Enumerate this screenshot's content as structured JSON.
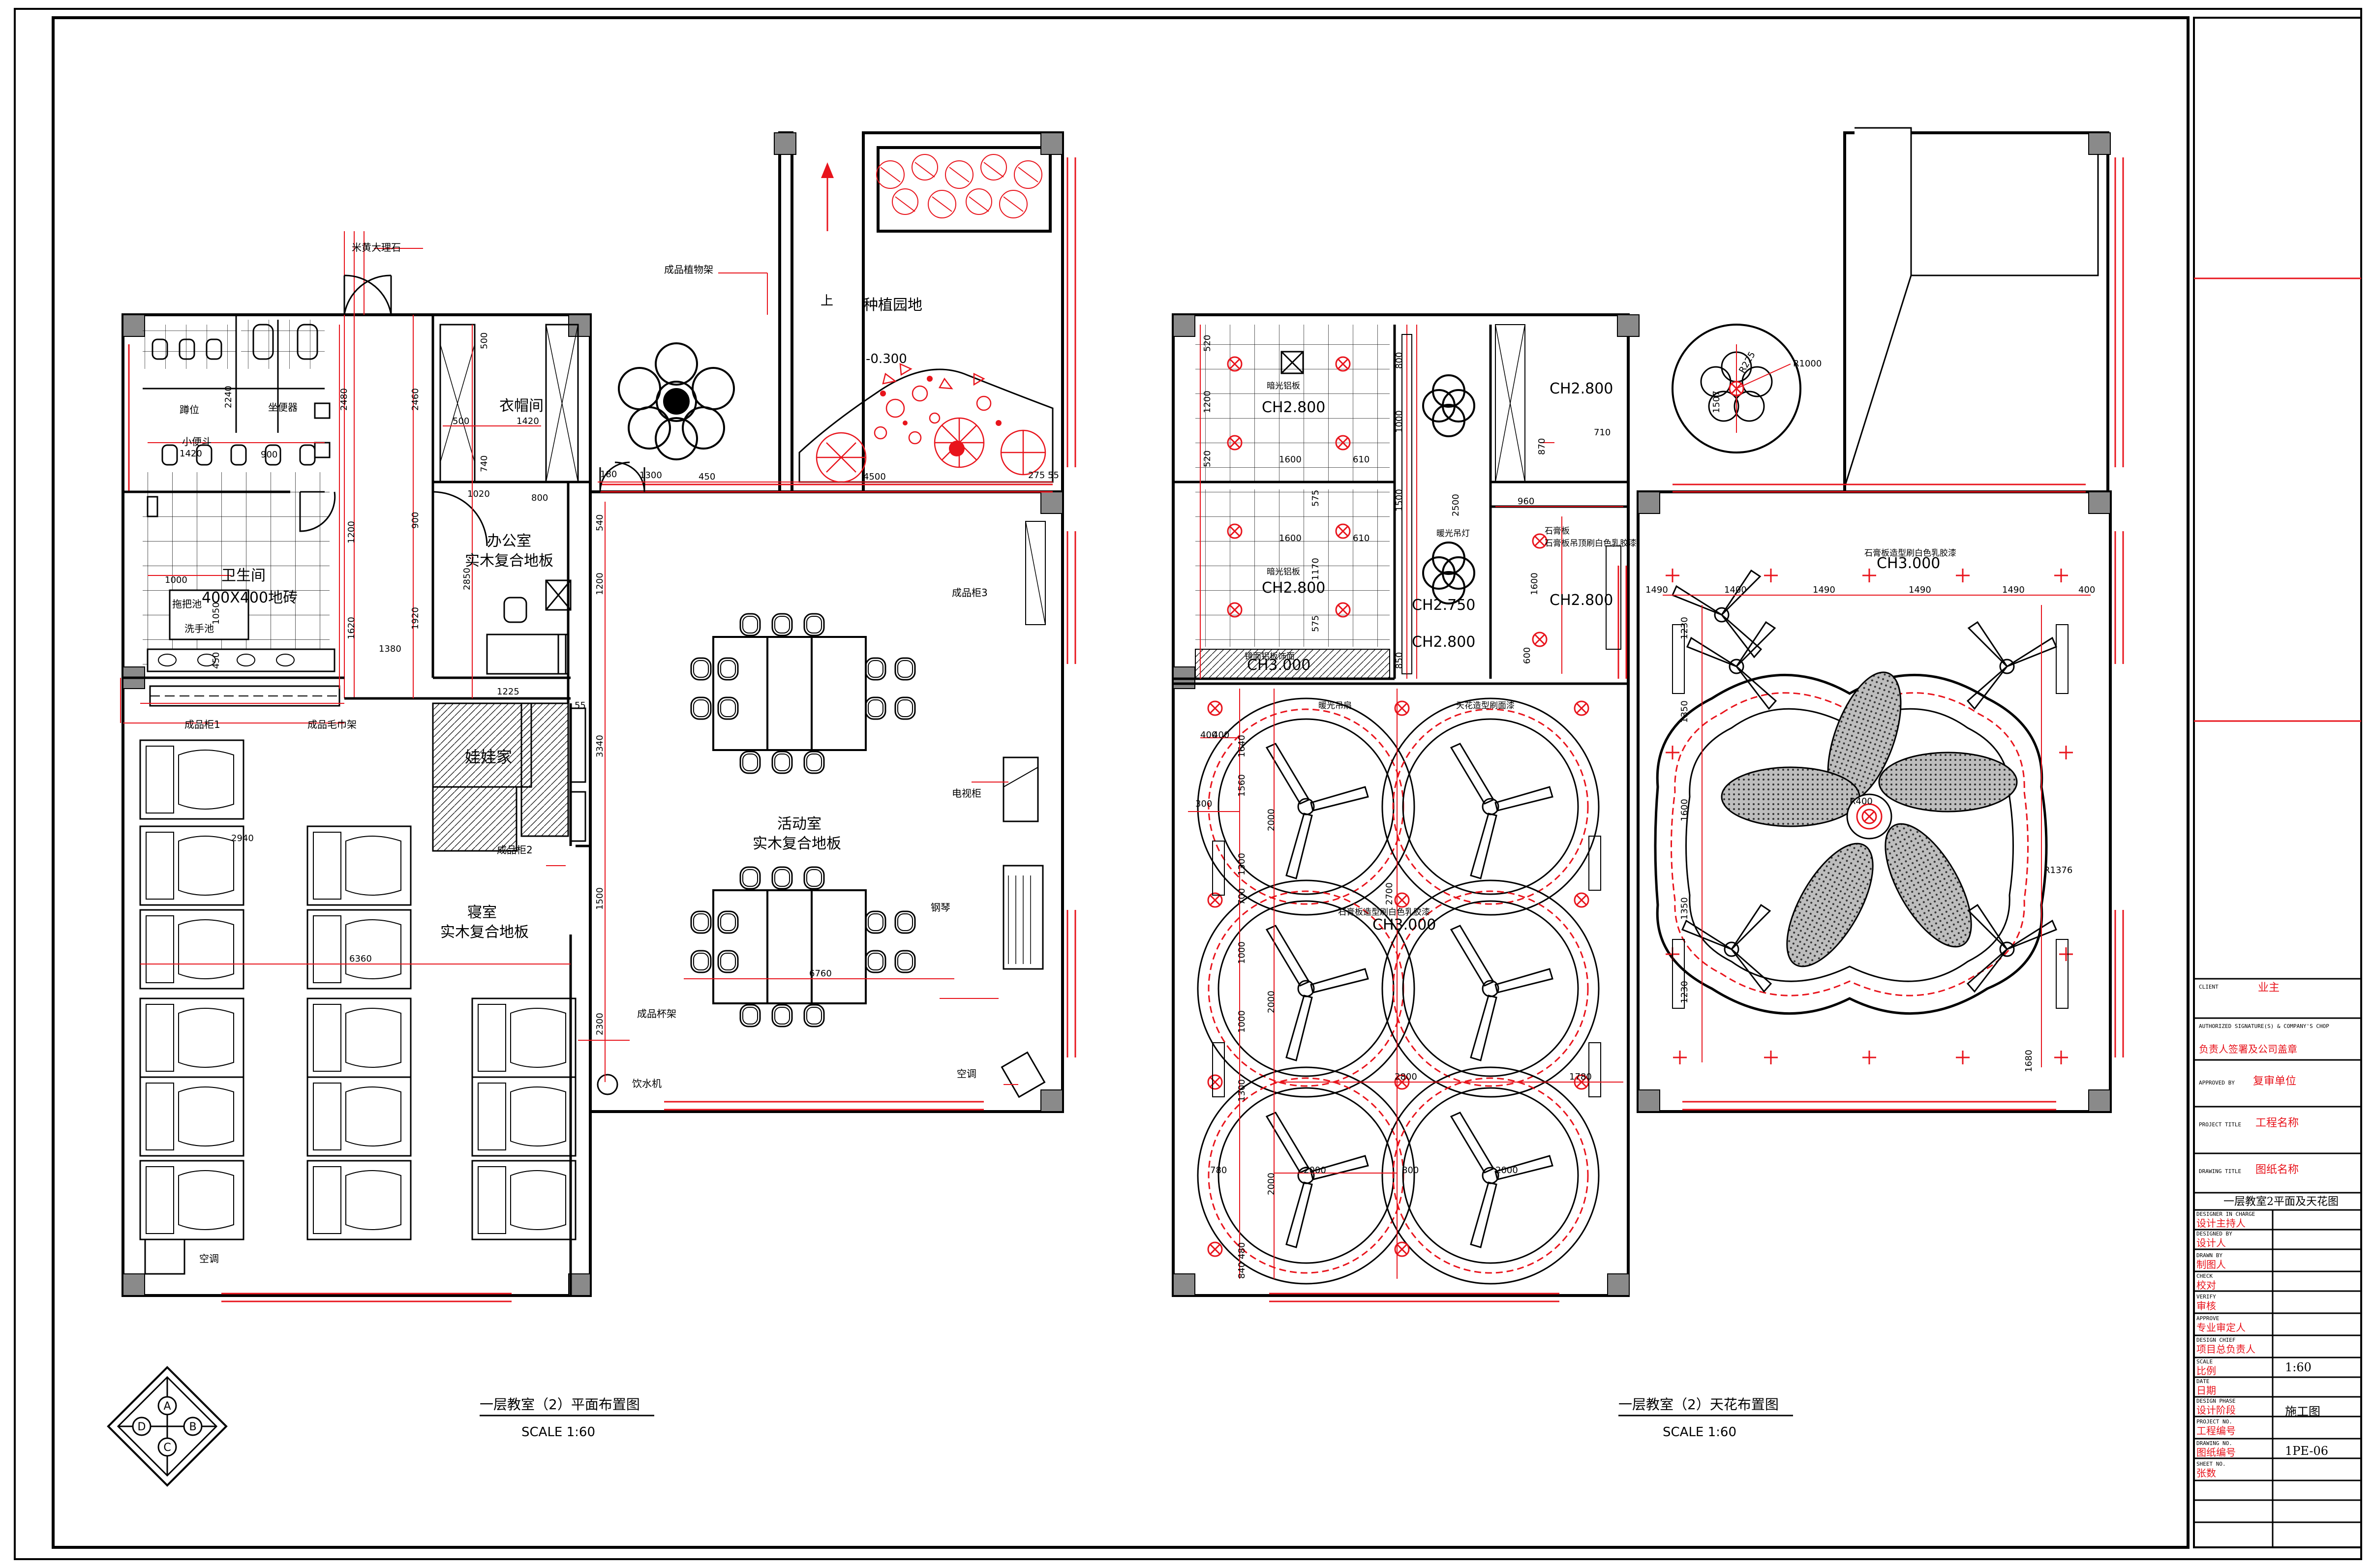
{
  "colors": {
    "line": "#000000",
    "accent": "#e8141c",
    "grey": "#8a8a8a"
  },
  "plan": {
    "title": "一层教室（2）平面布置图",
    "scale": "SCALE   1:60",
    "rooms": [
      {
        "name": "卫生间",
        "sub": "400X400地砖"
      },
      {
        "name": "衣帽间",
        "sub": ""
      },
      {
        "name": "办公室",
        "sub": "实木复合地板"
      },
      {
        "name": "娃娃家",
        "sub": ""
      },
      {
        "name": "寝室",
        "sub": "实木复合地板"
      },
      {
        "name": "活动室",
        "sub": "实木复合地板"
      },
      {
        "name": "种植园地",
        "sub": "-0.300"
      }
    ],
    "labels": {
      "stone": "米黄大理石",
      "squat": "蹲位",
      "toilet": "坐便器",
      "urinal": "小便斗",
      "mop": "拖把池",
      "sink": "洗手池",
      "cab1": "成品柜1",
      "towel": "成品毛巾架",
      "cab2": "成品柜2",
      "cab3": "成品柜3",
      "plant_shelf": "成品植物架",
      "up": "上",
      "tv": "电视柜",
      "piano": "钢琴",
      "cup": "成品杯架",
      "water": "饮水机",
      "ac1": "空调",
      "ac2": "空调"
    },
    "dims": [
      "2480",
      "2240",
      "1420",
      "900",
      "1200",
      "1620",
      "1380",
      "1000",
      "1050",
      "450",
      "2940",
      "6360",
      "2460",
      "900",
      "1920",
      "2850",
      "740",
      "500",
      "1420",
      "500",
      "1020",
      "800",
      "180",
      "1300",
      "450",
      "4500",
      "275",
      "55",
      "540",
      "1200",
      "3340",
      "1500",
      "2300",
      "6760",
      "1225",
      "55"
    ]
  },
  "ceiling": {
    "title": "一层教室（2）天花布置图",
    "scale": "SCALE   1:60",
    "heights": [
      "CH2.800",
      "CH2.800",
      "CH3.000",
      "CH2.750",
      "CH2.800",
      "CH2.800",
      "CH2.800",
      "CH3.000",
      "CH3.000"
    ],
    "notes": {
      "n1": "暗光铝板",
      "n2": "暗光铝板",
      "n3": "镜面铝板饰面",
      "n4": "暖光吊灯",
      "n5": "石膏板",
      "n6": "石膏板吊顶刷白色乳胶漆",
      "n7": "天花造型刷面漆",
      "n8": "暖光吊扇",
      "n9": "石膏板造型刷白色乳胶漆",
      "n10": "石膏板造型刷白色乳胶漆"
    },
    "dims": [
      "520",
      "1200",
      "520",
      "1600",
      "610",
      "1600",
      "610",
      "2500",
      "1500",
      "800",
      "1000",
      "960",
      "1600",
      "1400",
      "1490",
      "1490",
      "1490",
      "1490",
      "400",
      "400",
      "1640",
      "1560",
      "1300",
      "700",
      "2700",
      "2000",
      "2000",
      "2000",
      "1000",
      "1000",
      "1300",
      "780",
      "2800",
      "1780",
      "800",
      "2000",
      "2000",
      "480",
      "840",
      "1350",
      "1600",
      "1350",
      "1230",
      "1230",
      "1680",
      "870",
      "710",
      "600",
      "850",
      "575",
      "575",
      "1170",
      "300",
      "400",
      "R1000",
      "R225",
      "1507",
      "R1376",
      "R400"
    ]
  },
  "title_block": {
    "client_en": "CLIENT",
    "client": "业主",
    "auth_en": "AUTHORIZED SIGNATURE(S) & COMPANY'S CHOP",
    "auth": "负责人签署及公司盖章",
    "approved_en": "APPROVED BY",
    "approved": "复审单位",
    "project_en": "PROJECT TITLE",
    "project": "工程名称",
    "drawing_en": "DRAWING TITLE",
    "drawing": "图纸名称",
    "drawing_name": "一层教室2平面及天花图",
    "rows": [
      {
        "en": "DESIGNER IN CHARGE",
        "cn": "设计主持人",
        "val": ""
      },
      {
        "en": "DESIGNED BY",
        "cn": "设计人",
        "val": ""
      },
      {
        "en": "DRAWN BY",
        "cn": "制图人",
        "val": ""
      },
      {
        "en": "CHECK",
        "cn": "校对",
        "val": ""
      },
      {
        "en": "VERIFY",
        "cn": "审核",
        "val": ""
      },
      {
        "en": "APPROVE",
        "cn": "专业审定人",
        "val": ""
      },
      {
        "en": "DESIGN CHIEF",
        "cn": "项目总负责人",
        "val": ""
      },
      {
        "en": "SCALE",
        "cn": "比例",
        "val": "1:60"
      },
      {
        "en": "DATE",
        "cn": "日期",
        "val": ""
      },
      {
        "en": "DESIGN PHASE",
        "cn": "设计阶段",
        "val": "施工图"
      },
      {
        "en": "PROJECT NO.",
        "cn": "工程编号",
        "val": ""
      },
      {
        "en": "DRAWING NO.",
        "cn": "图纸编号",
        "val": "1PE-06"
      },
      {
        "en": "SHEET NO.",
        "cn": "张数",
        "val": ""
      }
    ]
  },
  "north": {
    "a": "A",
    "b": "B",
    "c": "C",
    "d": "D"
  }
}
